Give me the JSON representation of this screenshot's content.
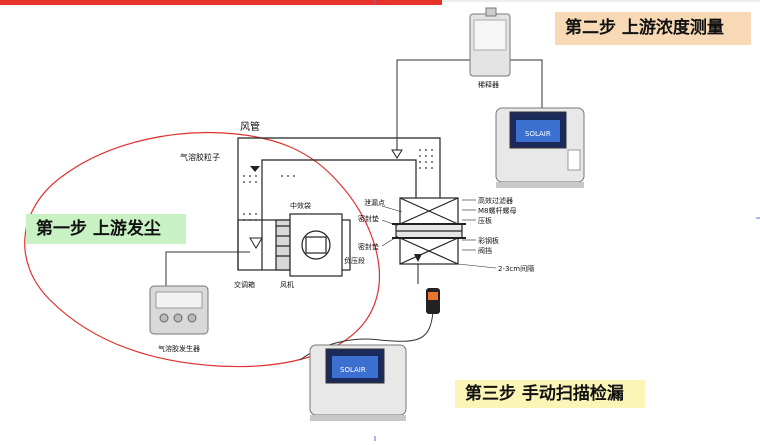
{
  "steps": {
    "step1": "第一步 上游发尘",
    "step2": "第二步 上游浓度测量",
    "step3": "第三步 手动扫描检漏"
  },
  "labels": {
    "duct": "风管",
    "aerosol_particles": "气溶胶粒子",
    "middle_filter": "中效袋",
    "fan": "风机",
    "transition_box": "交调箱",
    "negative_pressure": "负压段",
    "aerosol_generator": "气溶胶发生器",
    "diluter": "稀释器",
    "leak_point": "泄漏点",
    "seal_pad_top": "密封垫",
    "seal_pad_bottom": "密封垫",
    "hepa_filter": "高效过滤器",
    "bolt_nut": "M8螺杆螺母",
    "pressure_plate": "压板",
    "color_steel_plate": "彩钢板",
    "baffle": "阀挡",
    "gap": "2-3cm间隔"
  },
  "device_brand": "SOLAIR",
  "colors": {
    "step1_bg": "#c9f2c4",
    "step2_bg": "#f7d9b6",
    "step3_bg": "#fbf6b8",
    "red_outline": "#e03030",
    "top_red_bar": "#e8332a"
  }
}
